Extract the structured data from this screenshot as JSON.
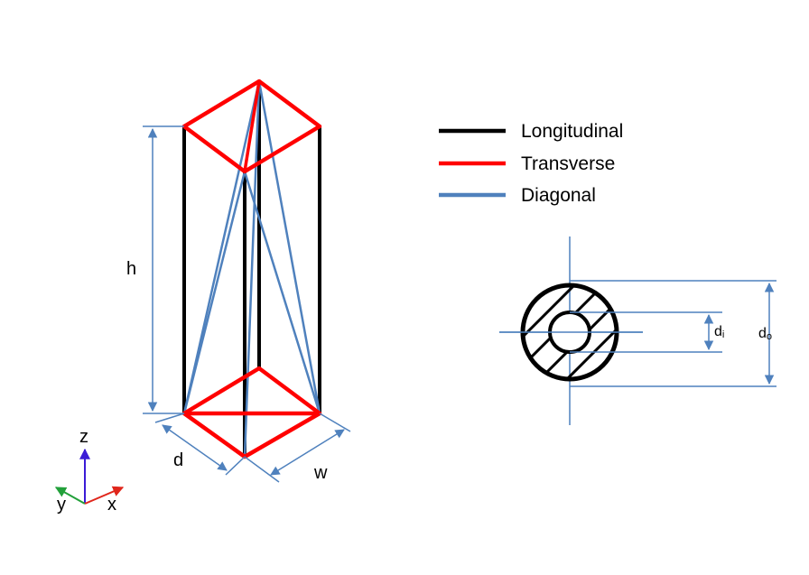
{
  "legend": [
    {
      "label": "Longitudinal",
      "color": "#000000"
    },
    {
      "label": "Transverse",
      "color": "#ff0000"
    },
    {
      "label": "Diagonal",
      "color": "#4f81bd"
    }
  ],
  "dimensions": {
    "height": "h",
    "depth": "d",
    "width": "w",
    "inner_diameter": {
      "base": "d",
      "sub": "i"
    },
    "outer_diameter": {
      "base": "d",
      "sub": "o"
    }
  },
  "axes": {
    "z": {
      "label": "z",
      "color": "#3a1bd6"
    },
    "y": {
      "label": "y",
      "color": "#22a03a"
    },
    "x": {
      "label": "x",
      "color": "#e0261b"
    }
  },
  "colors": {
    "longitudinal": "#000000",
    "transverse": "#ff0000",
    "diagonal": "#4f81bd",
    "dimension": "#4f81bd"
  }
}
